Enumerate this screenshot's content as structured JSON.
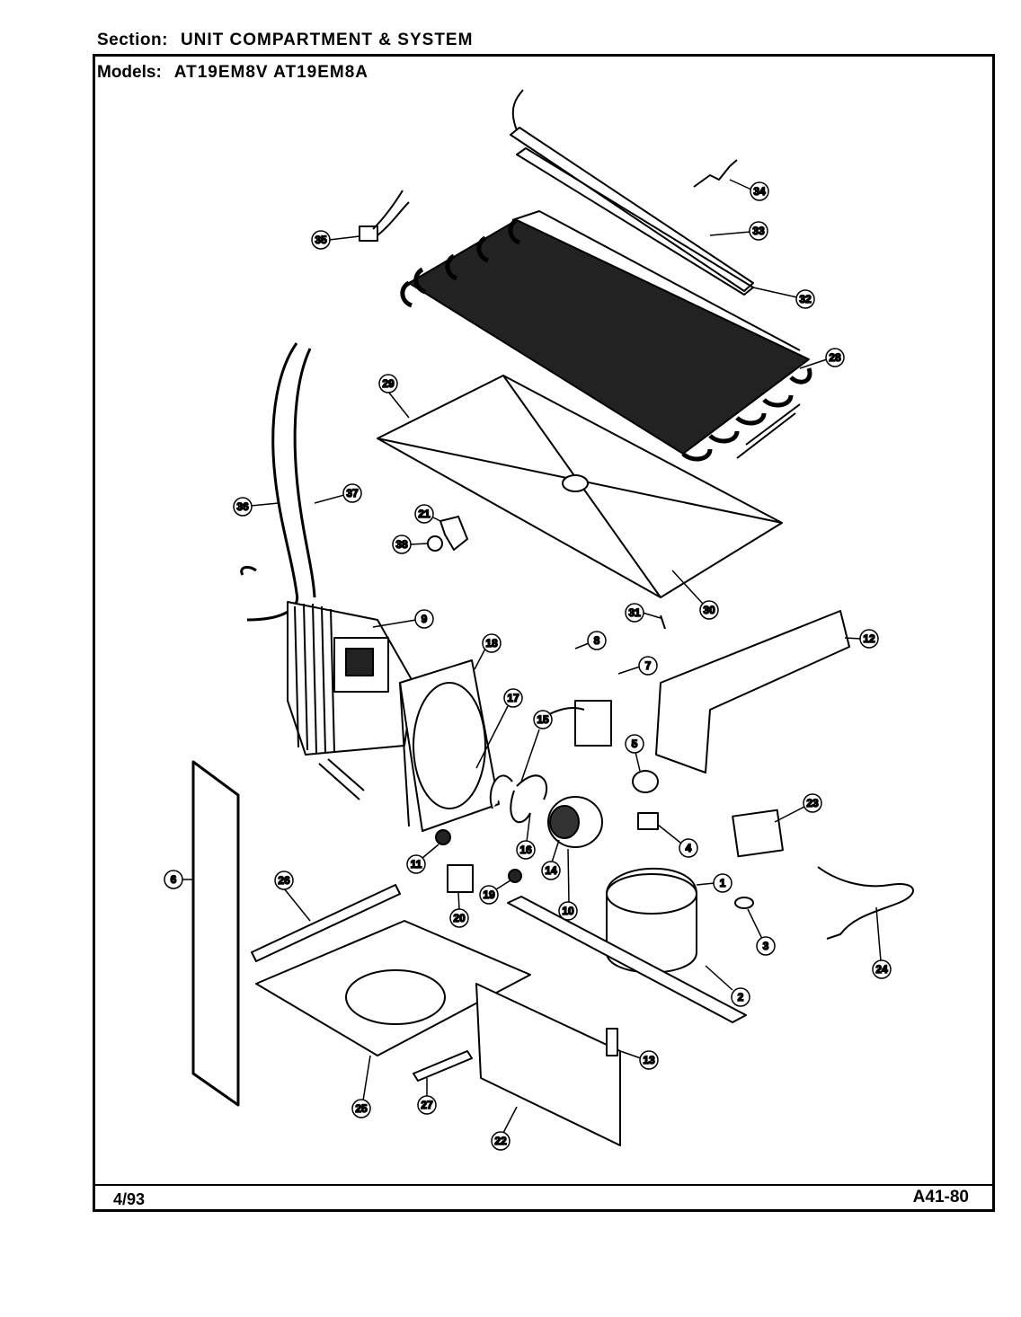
{
  "header": {
    "section_label": "Section:",
    "section_value": "UNIT COMPARTMENT & SYSTEM",
    "models_label": "Models:",
    "models_value": "AT19EM8V  AT19EM8A"
  },
  "footer": {
    "date": "4/93",
    "code": "A41-80"
  },
  "callouts": [
    "1",
    "2",
    "3",
    "4",
    "5",
    "6",
    "7",
    "8",
    "9",
    "10",
    "11",
    "12",
    "13",
    "14",
    "15",
    "16",
    "17",
    "18",
    "19",
    "20",
    "21",
    "22",
    "23",
    "24",
    "25",
    "26",
    "27",
    "28",
    "29",
    "30",
    "31",
    "32",
    "33",
    "34",
    "35",
    "36",
    "37",
    "38"
  ]
}
